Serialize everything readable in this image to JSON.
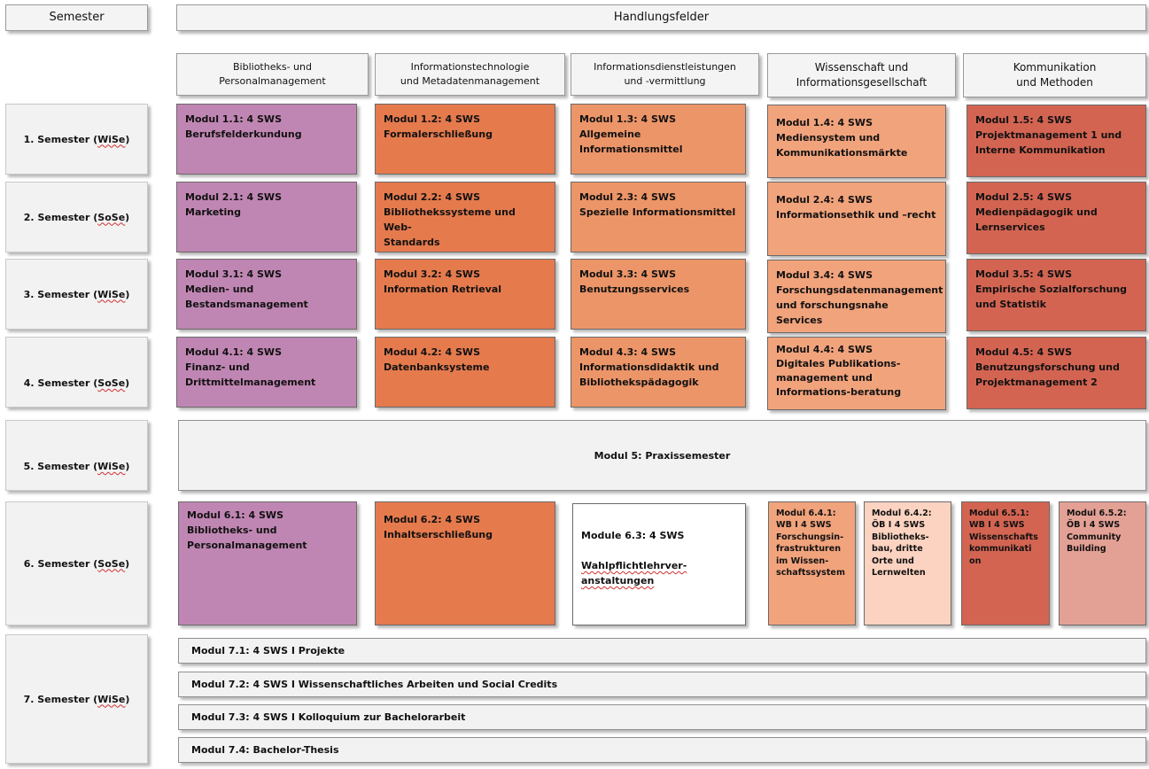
{
  "header": {
    "semester_label": "Semester",
    "fields_label": "Handlungsfelder"
  },
  "columns": [
    "Bibliotheks- und\nPersonalmanagement",
    "Informationstechnologie\nund Metadatenmanagement",
    "Informationsdienstleistungen\nund -vermittlung",
    "Wissenschaft und\nInformationsgesellschaft",
    "Kommunikation\nund Methoden"
  ],
  "semesters": [
    {
      "prefix": "1. Semester (",
      "term": "WiSe",
      "suffix": ")"
    },
    {
      "prefix": "2. Semester (",
      "term": "SoSe",
      "suffix": ")"
    },
    {
      "prefix": "3. Semester (",
      "term": "WiSe",
      "suffix": ")"
    },
    {
      "prefix": "4. Semester (",
      "term": "SoSe",
      "suffix": ")"
    },
    {
      "prefix": "5. Semester (",
      "term": "WiSe",
      "suffix": ")"
    },
    {
      "prefix": "6. Semester (",
      "term": "SoSe",
      "suffix": ")"
    },
    {
      "prefix": "7. Semester (",
      "term": "WiSe",
      "suffix": ")"
    }
  ],
  "modules": {
    "m1_1": "Modul 1.1:  4 SWS\nBerufsfelderkundung",
    "m1_2": "Modul 1.2:  4 SWS\nFormalerschließung",
    "m1_3": "Modul 1.3:  4 SWS\nAllgemeine\nInformationsmittel",
    "m1_4": "Modul 1.4:  4 SWS\nMediensystem und\nKommunikationsmärkte",
    "m1_5": "Modul 1.5:  4 SWS\nProjektmanagement 1 und\nInterne Kommunikation",
    "m2_1": "Modul 2.1:  4 SWS\nMarketing",
    "m2_2": "Modul 2.2:  4 SWS\nBibliothekssysteme und Web-\nStandards",
    "m2_3": "Modul 2.3:  4 SWS\nSpezielle Informationsmittel",
    "m2_4": "Modul 2.4:  4 SWS\nInformationsethik und –recht",
    "m2_5": "Modul 2.5:  4 SWS\nMedienpädagogik und\nLernservices",
    "m3_1": "Modul 3.1:  4 SWS\nMedien- und\nBestandsmanagement",
    "m3_2": "Modul 3.2:  4 SWS\nInformation Retrieval",
    "m3_3": "Modul 3.3:  4 SWS\nBenutzungsservices",
    "m3_4": "Modul 3.4:  4 SWS\nForschungsdatenmanagement\nund forschungsnahe Services",
    "m3_5": "Modul 3.5:  4 SWS\nEmpirische Sozialforschung\nund Statistik",
    "m4_1": "Modul 4.1:  4 SWS\nFinanz- und\nDrittmittelmanagement",
    "m4_2": "Modul 4.2:  4 SWS\nDatenbanksysteme",
    "m4_3": "Modul 4.3:  4 SWS\nInformationsdidaktik und\nBibliothekspädagogik",
    "m4_4": "Modul 4.4:  4 SWS\nDigitales Publikations-\nmanagement und\nInformations-beratung",
    "m4_5": "Modul 4.5:  4 SWS\nBenutzungsforschung und\nProjektmanagement 2",
    "m5": "Modul 5: Praxissemester",
    "m6_1": "Modul 6.1:  4 SWS\nBibliotheks- und\nPersonalmanagement",
    "m6_2": "Modul 6.2:  4 SWS\nInhaltserschließung",
    "m6_3_head": "Module 6.3: 4 SWS",
    "m6_3_body": "Wahlpflichtlehrver-\nanstaltungen",
    "m6_4_1": "Modul 6.4.1:\nWB I 4 SWS\nForschungsin-\nfrastrukturen\nim Wissen-\nschaftssystem",
    "m6_4_2": "Modul 6.4.2:\nÖB I 4 SWS\nBibliotheks-\nbau,  dritte\nOrte und\nLernwelten",
    "m6_5_1": "Modul 6.5.1:\nWB I 4 SWS\nWissenschafts\nkommunikati\non",
    "m6_5_2": "Modul 6.5.2:\nÖB I 4 SWS\nCommunity\nBuilding",
    "m7_1": "Modul 7.1: 4 SWS I Projekte",
    "m7_2": "Modul 7.2: 4 SWS I Wissenschaftliches Arbeiten und Social Credits",
    "m7_3": "Modul 7.3: 4 SWS I Kolloquium zur Bachelorarbeit",
    "m7_4": "Modul 7.4: Bachelor-Thesis"
  },
  "colors": {
    "purple": "#c086b3",
    "orange": "#e57a4d",
    "light_orange": "#ec9568",
    "peach": "#f1a37c",
    "red": "#d36452",
    "light_peach": "#fbd3c0",
    "rose": "#e3a095"
  }
}
